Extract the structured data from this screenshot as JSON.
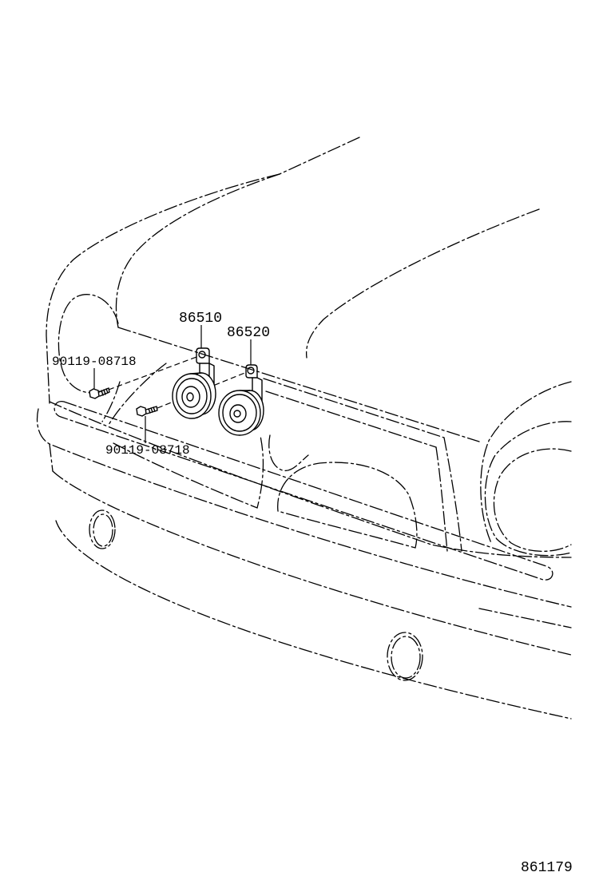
{
  "diagram": {
    "callouts": [
      {
        "text": "86510"
      },
      {
        "text": "86520"
      },
      {
        "text": "90119-08718"
      },
      {
        "text": "90119-08718"
      }
    ],
    "figure_number": "861179"
  },
  "colors": {
    "line": "#000000",
    "background": "#ffffff"
  }
}
